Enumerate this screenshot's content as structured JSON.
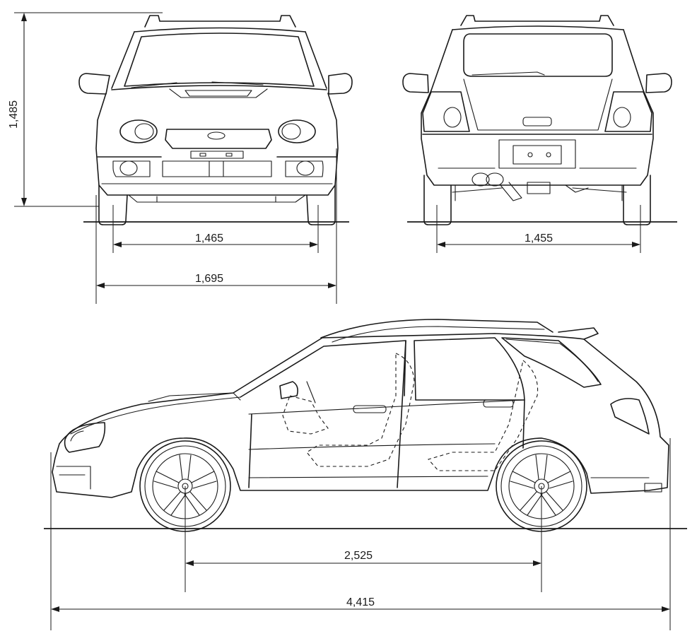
{
  "dimensions": {
    "height": "1,485",
    "front_track": "1,465",
    "width": "1,695",
    "rear_track": "1,455",
    "wheelbase": "2,525",
    "length": "4,415"
  }
}
